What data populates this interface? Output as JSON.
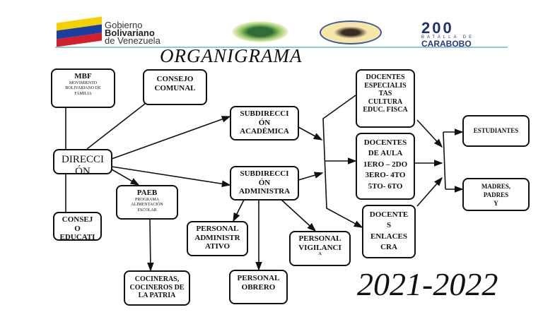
{
  "header": {
    "logo_gobierno": [
      "Gobierno",
      "Bolivariano",
      "de Venezuela"
    ],
    "logo_200": [
      "200",
      "BATALLA DE",
      "CARABOBO"
    ]
  },
  "title": "ORGANIGRAMA",
  "year": "2021-2022",
  "boxes": {
    "mbf": {
      "title": "MBF",
      "sub": [
        "MOVIMIENTO",
        "BOLIVARIANO DE",
        "FAMILIA"
      ]
    },
    "consejo_comunal": [
      "CONSEJO",
      "COMUNAL"
    ],
    "direccion": [
      "DIRECCI",
      "ÓN"
    ],
    "consejo_educativo": [
      "CONSEJ",
      "O",
      "EDUCATI"
    ],
    "paeb": {
      "title": "PAEB",
      "sub": [
        "PROGRAMA",
        "ALIMENTACIÓN",
        "ESCOLAR"
      ]
    },
    "cocineras": [
      "COCINERAS,",
      "COCINEROS DE",
      "LA PATRIA"
    ],
    "subdir_academica": [
      "SUBDIRECCI",
      "ÓN",
      "ACADÉMICA"
    ],
    "subdir_administrativa": [
      "SUBDIRECCI",
      "ÓN",
      "ADMINISTRA"
    ],
    "personal_administrativo": [
      "PERSONAL",
      "ADMINISTR",
      "ATIVO"
    ],
    "personal_obrero": [
      "PERSONAL",
      "OBRERO"
    ],
    "personal_vigilancia": [
      "PERSONAL",
      "VIGILANCI",
      "A"
    ],
    "docentes_especialistas": [
      "DOCENTES",
      "ESPECIALIS",
      "TAS",
      "CULTURA",
      "EDUC. FISCA"
    ],
    "docentes_aula": [
      "DOCENTES",
      "DE AULA",
      "1ERO – 2DO",
      "3ERO- 4TO",
      "5TO- 6TO"
    ],
    "docentes_enlaces": [
      "DOCENTE",
      "S",
      "ENLACES",
      "CRA"
    ],
    "estudiantes": [
      "ESTUDIANTES"
    ],
    "madres_padres": [
      "MADRES,",
      "PADRES",
      "Y"
    ]
  }
}
